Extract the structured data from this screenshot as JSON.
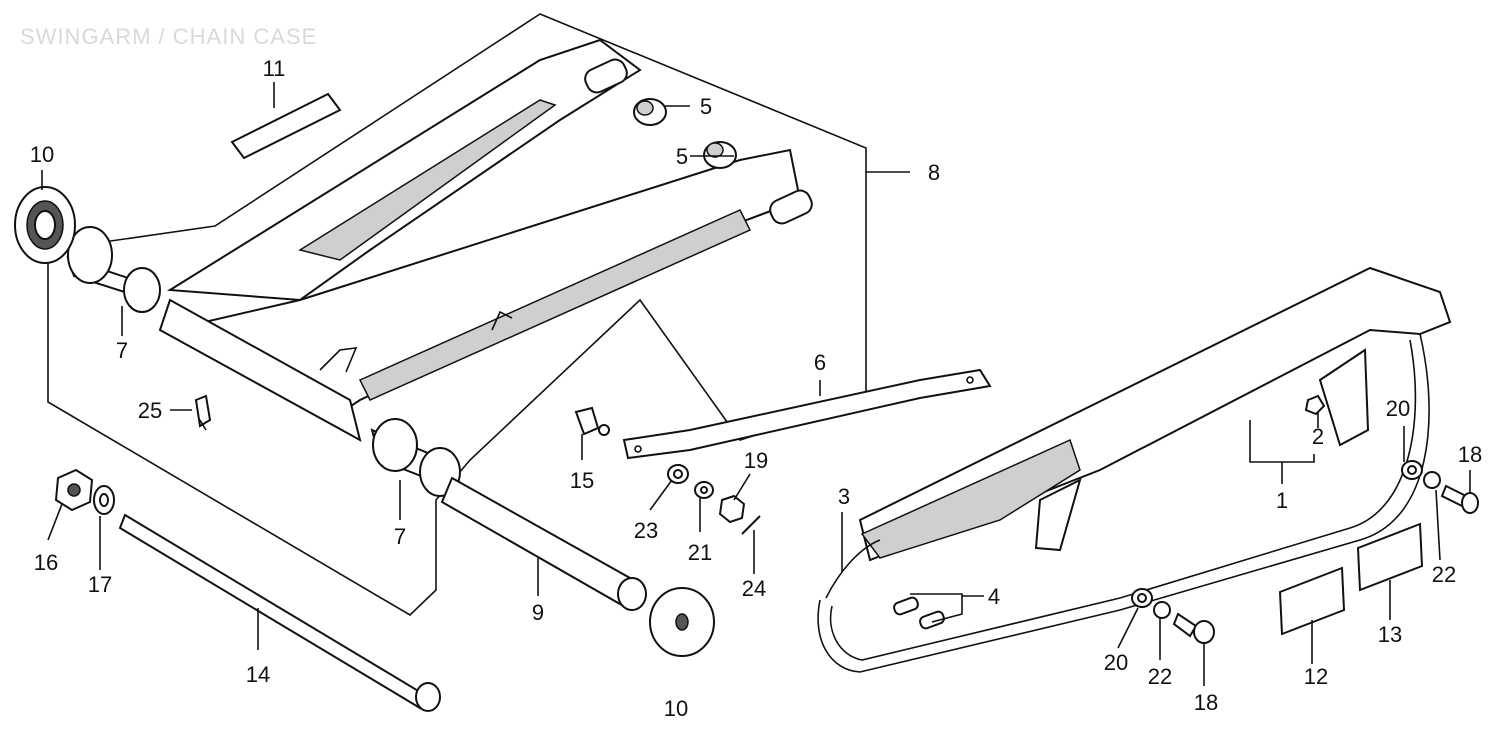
{
  "diagram": {
    "title": "SWINGARM / CHAIN CASE",
    "callouts": [
      "11",
      "10",
      "5",
      "5",
      "8",
      "7",
      "25",
      "7",
      "16",
      "17",
      "14",
      "9",
      "10",
      "6",
      "15",
      "23",
      "21",
      "19",
      "24",
      "3",
      "4",
      "20",
      "22",
      "18",
      "2",
      "20",
      "18",
      "1",
      "22",
      "12",
      "13"
    ]
  }
}
